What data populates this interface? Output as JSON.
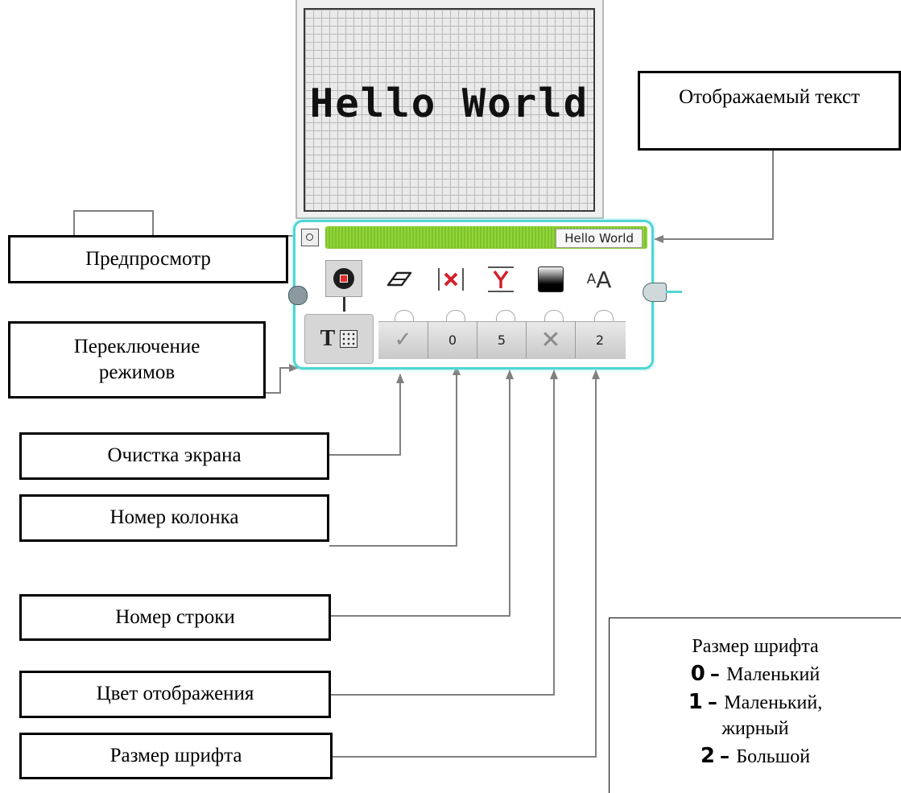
{
  "block": {
    "preview_text": "Hello World",
    "title_value": "Hello World",
    "params": {
      "clear": "✓",
      "column": "0",
      "row": "5",
      "color": "✕",
      "font": "2"
    },
    "param_icons": {
      "clear": "eraser-icon",
      "column": "x-icon",
      "row": "y-icon",
      "color": "color-swatch-icon",
      "font": "font-size-icon"
    },
    "mode_letter": "T"
  },
  "callouts": {
    "displayed_text": "Отображаемый текст",
    "preview": "Предпросмотр",
    "mode_switch": "Переключение режимов",
    "clear_screen": "Очистка экрана",
    "column_number": "Номер колонка",
    "row_number": "Номер строки",
    "display_color": "Цвет отображения",
    "font_size": "Размер шрифта"
  },
  "font_legend": {
    "title": "Размер шрифта",
    "items": [
      {
        "num": "0",
        "text": "Маленький"
      },
      {
        "num": "1",
        "text": "Маленький,"
      },
      {
        "num": "",
        "text": "жирный"
      },
      {
        "num": "2",
        "text": "Большой"
      }
    ]
  },
  "colors": {
    "accent_cyan": "#4fd6d4",
    "title_bar_green": "#8ccf35",
    "connector_gray": "#808080"
  }
}
